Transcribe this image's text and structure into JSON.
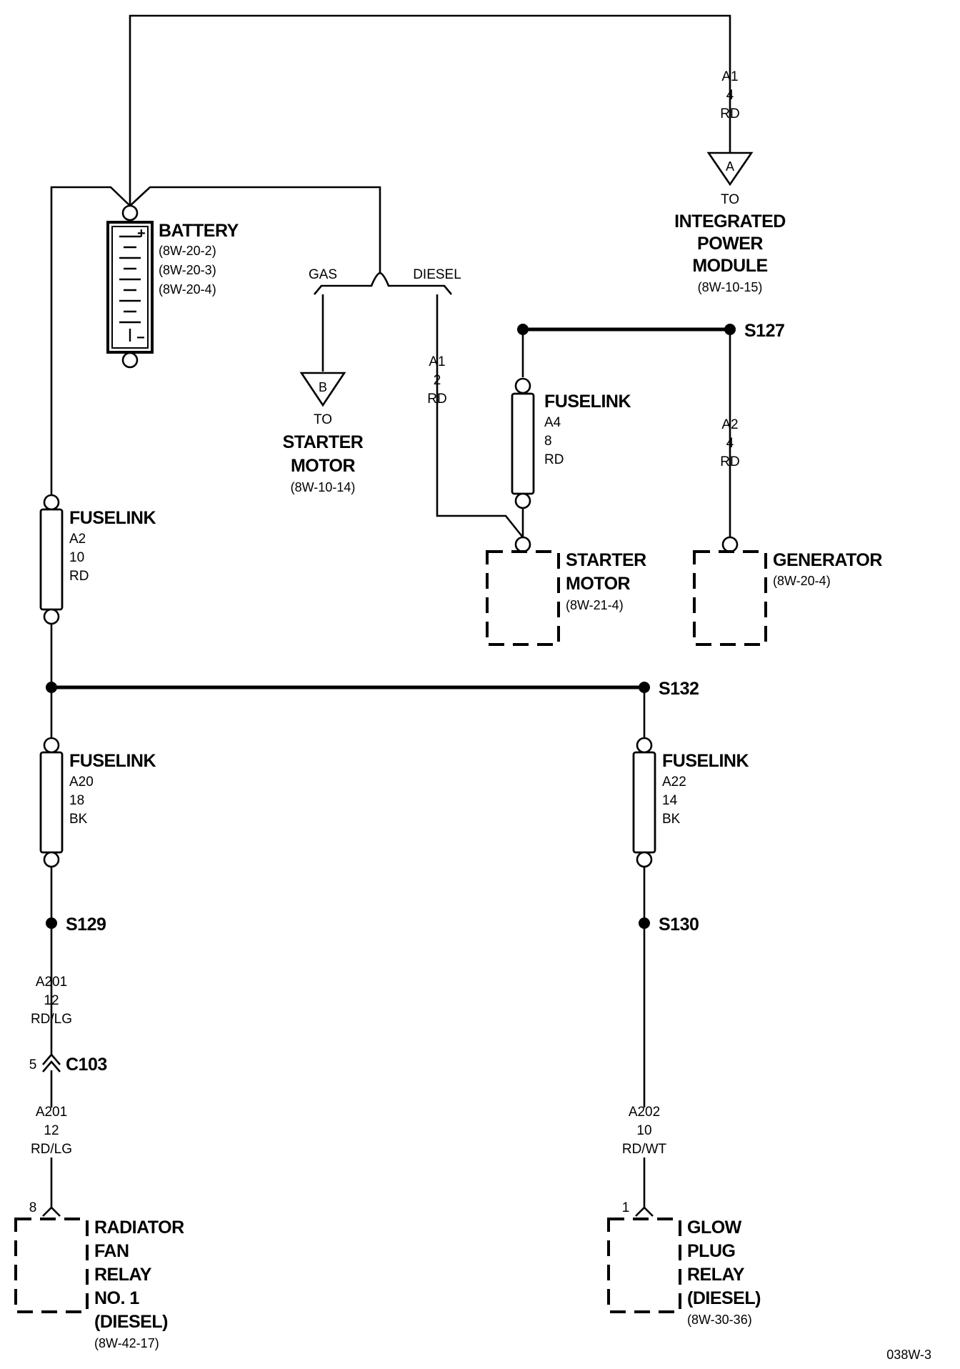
{
  "diagram_id": "038W-3",
  "battery": {
    "title": "BATTERY",
    "refs": [
      "(8W-20-2)",
      "(8W-20-3)",
      "(8W-20-4)"
    ],
    "plus": "+",
    "minus": "−"
  },
  "ipm": {
    "wire": [
      "A1",
      "4",
      "RD"
    ],
    "connector": "A",
    "to": "TO",
    "name": [
      "INTEGRATED",
      "POWER",
      "MODULE"
    ],
    "ref": "(8W-10-15)"
  },
  "branch": {
    "gas": "GAS",
    "diesel": "DIESEL"
  },
  "starter_to": {
    "connector": "B",
    "to": "TO",
    "name": [
      "STARTER",
      "MOTOR"
    ],
    "ref": "(8W-10-14)"
  },
  "diesel_wire": [
    "A1",
    "2",
    "RD"
  ],
  "splice_s127": "S127",
  "fuselink_a4": {
    "title": "FUSELINK",
    "wire": [
      "A4",
      "8",
      "RD"
    ]
  },
  "wire_a2_gen": [
    "A2",
    "4",
    "RD"
  ],
  "starter_motor": {
    "name": [
      "STARTER",
      "MOTOR"
    ],
    "ref": "(8W-21-4)"
  },
  "generator": {
    "name": "GENERATOR",
    "ref": "(8W-20-4)"
  },
  "fuselink_a2": {
    "title": "FUSELINK",
    "wire": [
      "A2",
      "10",
      "RD"
    ]
  },
  "splice_s132": "S132",
  "fuselink_a20": {
    "title": "FUSELINK",
    "wire": [
      "A20",
      "18",
      "BK"
    ]
  },
  "fuselink_a22": {
    "title": "FUSELINK",
    "wire": [
      "A22",
      "14",
      "BK"
    ]
  },
  "splice_s129": "S129",
  "splice_s130": "S130",
  "wire_a201_upper": [
    "A201",
    "12",
    "RD/LG"
  ],
  "connector_c103": {
    "pin": "5",
    "name": "C103"
  },
  "wire_a201_lower": [
    "A201",
    "12",
    "RD/LG"
  ],
  "wire_a202": [
    "A202",
    "10",
    "RD/WT"
  ],
  "radiator_relay": {
    "pin": "8",
    "name": [
      "RADIATOR",
      "FAN",
      "RELAY",
      "NO. 1",
      "(DIESEL)"
    ],
    "ref": "(8W-42-17)"
  },
  "glow_relay": {
    "pin": "1",
    "name": [
      "GLOW",
      "PLUG",
      "RELAY",
      "(DIESEL)"
    ],
    "ref": "(8W-30-36)"
  }
}
